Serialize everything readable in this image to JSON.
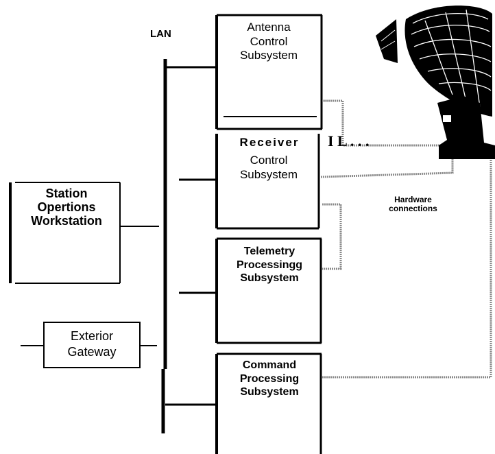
{
  "lan_label": "LAN",
  "hardware_label": "Hardware\nconnections",
  "subsystems": {
    "antenna": "Antenna\nControl\nSubsystem",
    "receiver_title": "Receiver",
    "receiver_rest": "Control\nSubsystem",
    "telemetry": "Telemetry\nProcessingg\nSubsystem",
    "command": "Command\nProcessing\nSubsystem"
  },
  "station_workstation": "Station\nOpertions\nWorkstation",
  "exterior_gateway": "Exterior\nGateway",
  "receiver_extra": "I L . . .",
  "icons": {
    "dish": "satellite-dish-icon"
  },
  "colors": {
    "line": "#000000",
    "hardware_link": "#8a8a8a"
  }
}
